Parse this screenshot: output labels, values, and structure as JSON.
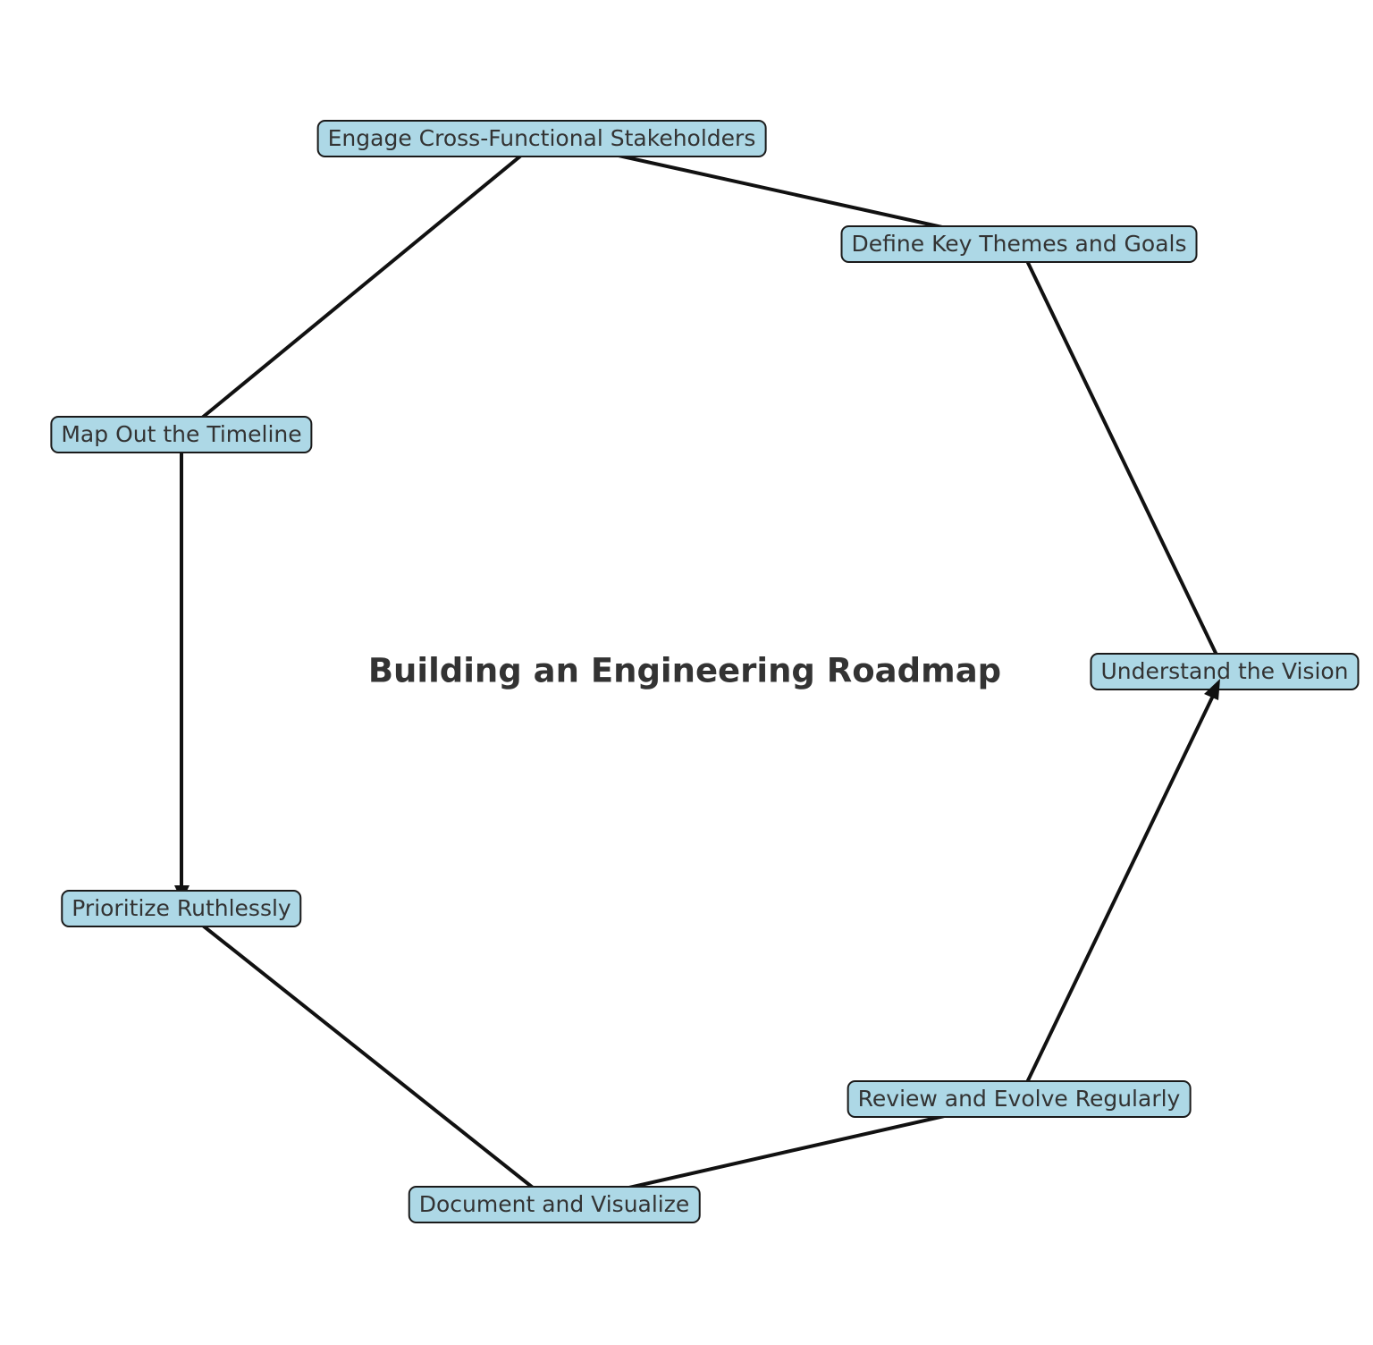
{
  "diagram": {
    "title": "Building an Engineering Roadmap",
    "colors": {
      "background": "#ffffff",
      "node_fill": "#ADD8E6",
      "node_border": "#1a1a1a",
      "node_text": "#333333",
      "title_text": "#333333",
      "edge": "#111111"
    },
    "nodes": [
      {
        "id": "understand-the-vision",
        "label": "Understand the Vision"
      },
      {
        "id": "define-key-themes-and-goals",
        "label": "Define Key Themes and Goals"
      },
      {
        "id": "engage-cross-functional-stakeholders",
        "label": "Engage Cross-Functional Stakeholders"
      },
      {
        "id": "map-out-the-timeline",
        "label": "Map Out the Timeline"
      },
      {
        "id": "prioritize-ruthlessly",
        "label": "Prioritize Ruthlessly"
      },
      {
        "id": "document-and-visualize",
        "label": "Document and Visualize"
      },
      {
        "id": "review-and-evolve-regularly",
        "label": "Review and Evolve Regularly"
      }
    ],
    "edges": [
      {
        "from": "understand-the-vision",
        "to": "define-key-themes-and-goals"
      },
      {
        "from": "define-key-themes-and-goals",
        "to": "engage-cross-functional-stakeholders"
      },
      {
        "from": "engage-cross-functional-stakeholders",
        "to": "map-out-the-timeline"
      },
      {
        "from": "map-out-the-timeline",
        "to": "prioritize-ruthlessly"
      },
      {
        "from": "prioritize-ruthlessly",
        "to": "document-and-visualize"
      },
      {
        "from": "document-and-visualize",
        "to": "review-and-evolve-regularly"
      },
      {
        "from": "review-and-evolve-regularly",
        "to": "understand-the-vision"
      }
    ]
  }
}
